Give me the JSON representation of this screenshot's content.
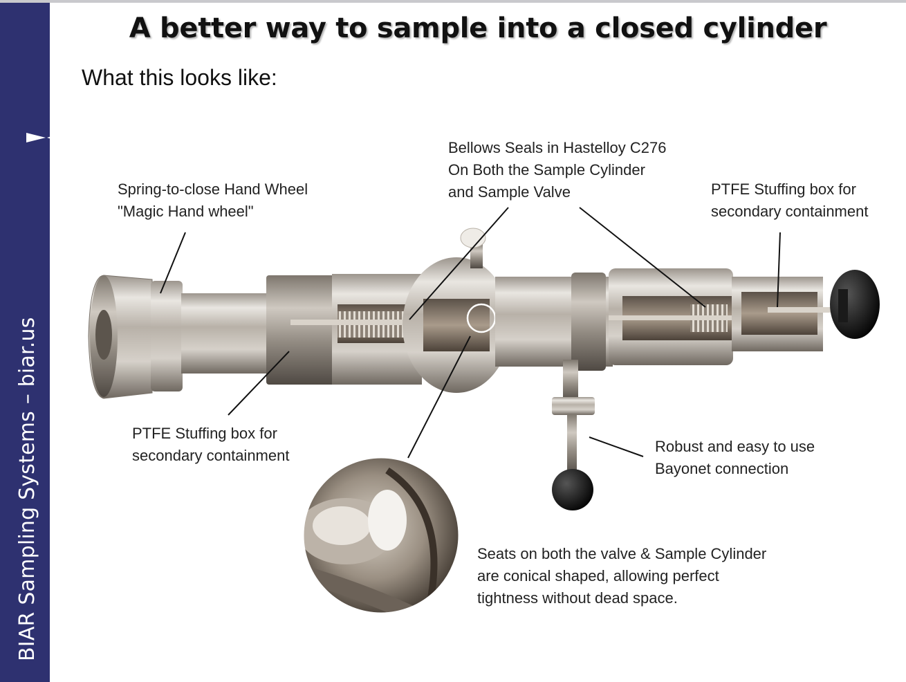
{
  "slide": {
    "title": "A better way to sample into a closed cylinder",
    "subtitle": "What this looks like:"
  },
  "sidebar": {
    "brand_text": "BIAR Sampling Systems – biar.us",
    "logo_icon": "bowtie-logo-icon",
    "background_color": "#2e3170"
  },
  "callouts": {
    "hand_wheel": {
      "line1": "Spring-to-close Hand Wheel",
      "line2": "\"Magic Hand wheel\""
    },
    "bellows": {
      "line1": "Bellows Seals in Hastelloy C276",
      "line2": "On Both the Sample Cylinder",
      "line3": "and Sample Valve"
    },
    "stuffing_right": {
      "line1": "PTFE Stuffing box for",
      "line2": "secondary containment"
    },
    "stuffing_left": {
      "line1": "PTFE Stuffing box for",
      "line2": "secondary containment"
    },
    "bayonet": {
      "line1": "Robust and easy to use",
      "line2": "Bayonet connection"
    },
    "seats": {
      "line1": "Seats on both the valve & Sample Cylinder",
      "line2": "are conical shaped, allowing perfect",
      "line3": "tightness without dead space."
    }
  }
}
